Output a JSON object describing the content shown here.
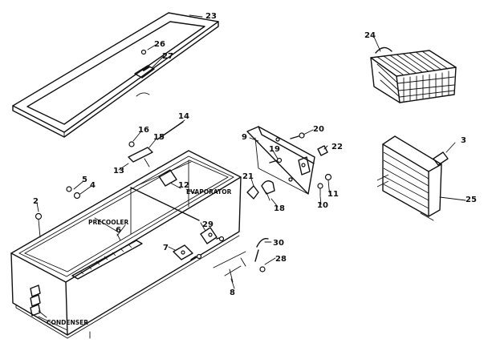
{
  "labels": {
    "evaporator": "EVAPORATOR",
    "precooler": "PRECOOLER",
    "condenser": "CONDENSER"
  },
  "parts": [
    "23",
    "26",
    "27",
    "24",
    "14",
    "16",
    "15",
    "13",
    "5",
    "4",
    "2",
    "12",
    "9",
    "20",
    "19",
    "22",
    "21",
    "18",
    "10",
    "11",
    "3",
    "25",
    "29",
    "6",
    "7",
    "8",
    "30",
    "28"
  ]
}
